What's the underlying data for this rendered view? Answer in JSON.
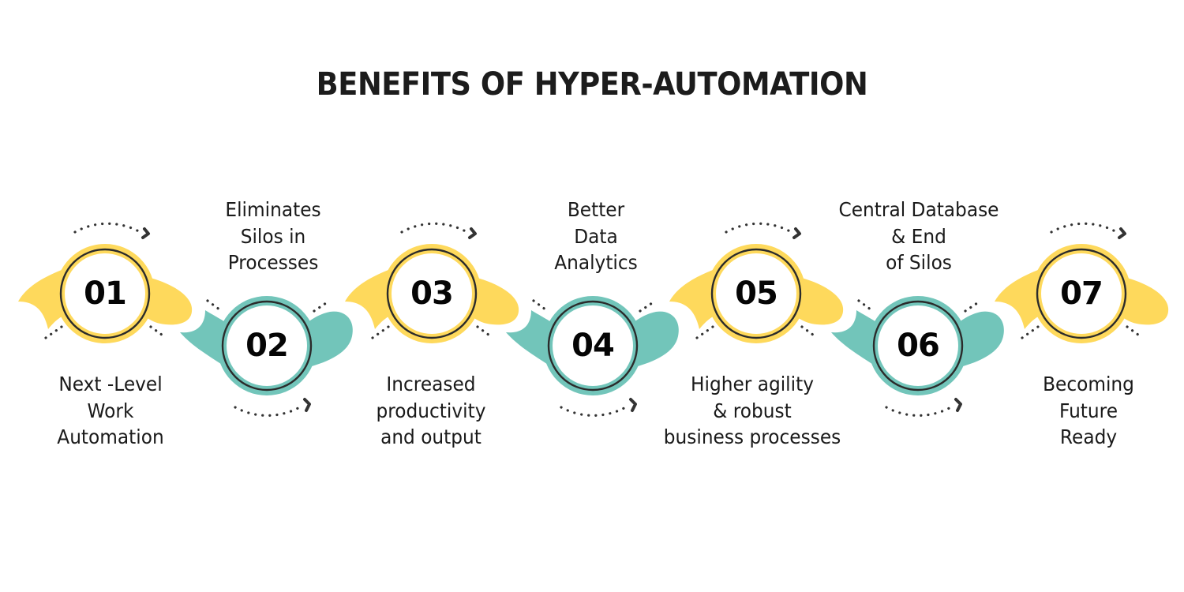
{
  "title": "BENEFITS OF HYPER-AUTOMATION",
  "colors": {
    "yellow": "#FED95C",
    "teal": "#72C5BA",
    "ring": "#2b2b2b",
    "dots": "#333333",
    "text": "#1a1a1a"
  },
  "steps": [
    {
      "number": "01",
      "label_lines": [
        "Next -Level",
        "Work",
        "Automation"
      ],
      "color": "yellow",
      "label_position": "below"
    },
    {
      "number": "02",
      "label_lines": [
        "Eliminates",
        "Silos in",
        "Processes"
      ],
      "color": "teal",
      "label_position": "above"
    },
    {
      "number": "03",
      "label_lines": [
        "Increased",
        "productivity",
        "and output"
      ],
      "color": "yellow",
      "label_position": "below"
    },
    {
      "number": "04",
      "label_lines": [
        "Better",
        "Data",
        "Analytics"
      ],
      "color": "teal",
      "label_position": "above"
    },
    {
      "number": "05",
      "label_lines": [
        "Higher agility",
        "& robust",
        "business processes"
      ],
      "color": "yellow",
      "label_position": "below"
    },
    {
      "number": "06",
      "label_lines": [
        "Central Database",
        "& End",
        "of Silos"
      ],
      "color": "teal",
      "label_position": "above"
    },
    {
      "number": "07",
      "label_lines": [
        "Becoming",
        "Future",
        "Ready"
      ],
      "color": "yellow",
      "label_position": "below"
    }
  ]
}
